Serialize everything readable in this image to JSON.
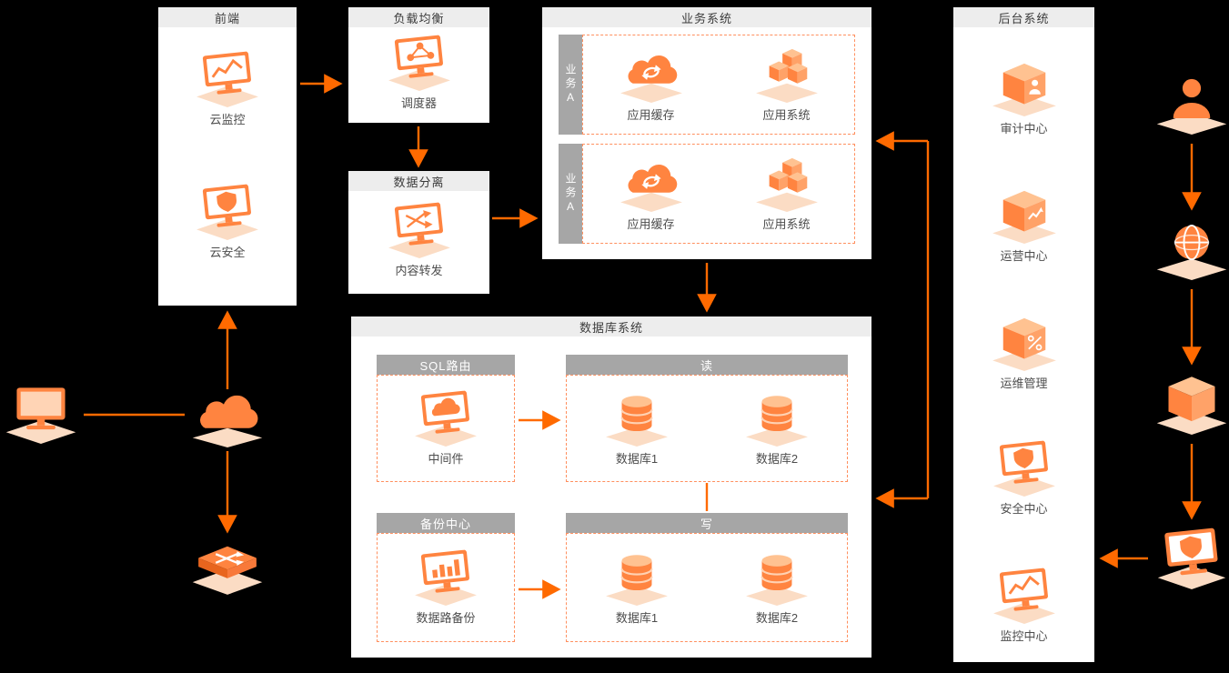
{
  "palette": {
    "accent": "#FF6A00",
    "background": "#000000",
    "panel": "#FFFFFF",
    "bar_gray": "#A6A6A6",
    "header_gray": "#EDEDED"
  },
  "groups": {
    "frontend": {
      "title": "前端",
      "items": [
        {
          "label": "云监控",
          "icon": "monitor-chart-icon"
        },
        {
          "label": "云安全",
          "icon": "monitor-shield-icon"
        }
      ]
    },
    "load_balancer": {
      "title": "负载均衡",
      "items": [
        {
          "label": "调度器",
          "icon": "monitor-nodes-icon"
        }
      ]
    },
    "data_split": {
      "title": "数据分离",
      "items": [
        {
          "label": "内容转发",
          "icon": "monitor-split-icon"
        }
      ]
    },
    "business": {
      "title": "业务系统",
      "rows": [
        {
          "tag": "业务A",
          "items": [
            {
              "label": "应用缓存",
              "icon": "cloud-sync-icon"
            },
            {
              "label": "应用系统",
              "icon": "cubes-icon"
            }
          ]
        },
        {
          "tag": "业务A",
          "items": [
            {
              "label": "应用缓存",
              "icon": "cloud-sync-icon"
            },
            {
              "label": "应用系统",
              "icon": "cubes-icon"
            }
          ]
        }
      ]
    },
    "database": {
      "title": "数据库系统",
      "sections": {
        "sql_route": {
          "header": "SQL路由",
          "items": [
            {
              "label": "中间件",
              "icon": "monitor-cloud-icon"
            }
          ]
        },
        "read": {
          "header": "读",
          "items": [
            {
              "label": "数据库1",
              "icon": "database-icon"
            },
            {
              "label": "数据库2",
              "icon": "database-icon"
            }
          ]
        },
        "backup": {
          "header": "备份中心",
          "items": [
            {
              "label": "数据路备份",
              "icon": "monitor-bars-icon"
            }
          ]
        },
        "write": {
          "header": "写",
          "items": [
            {
              "label": "数据库1",
              "icon": "database-icon"
            },
            {
              "label": "数据库2",
              "icon": "database-icon"
            }
          ]
        }
      }
    },
    "backend": {
      "title": "后台系统",
      "items": [
        {
          "label": "审计中心",
          "icon": "box-user-icon"
        },
        {
          "label": "运营中心",
          "icon": "box-chart-icon"
        },
        {
          "label": "运维管理",
          "icon": "box-percent-icon"
        },
        {
          "label": "安全中心",
          "icon": "monitor-shield-icon"
        },
        {
          "label": "监控中心",
          "icon": "monitor-chart-icon"
        }
      ]
    }
  },
  "floating": {
    "left": [
      {
        "icon": "pc-icon"
      },
      {
        "icon": "cloud-icon"
      },
      {
        "icon": "switch-icon"
      }
    ],
    "right": [
      {
        "icon": "user-icon"
      },
      {
        "icon": "globe-icon"
      },
      {
        "icon": "box-icon"
      },
      {
        "icon": "monitor-shield-icon"
      }
    ]
  }
}
